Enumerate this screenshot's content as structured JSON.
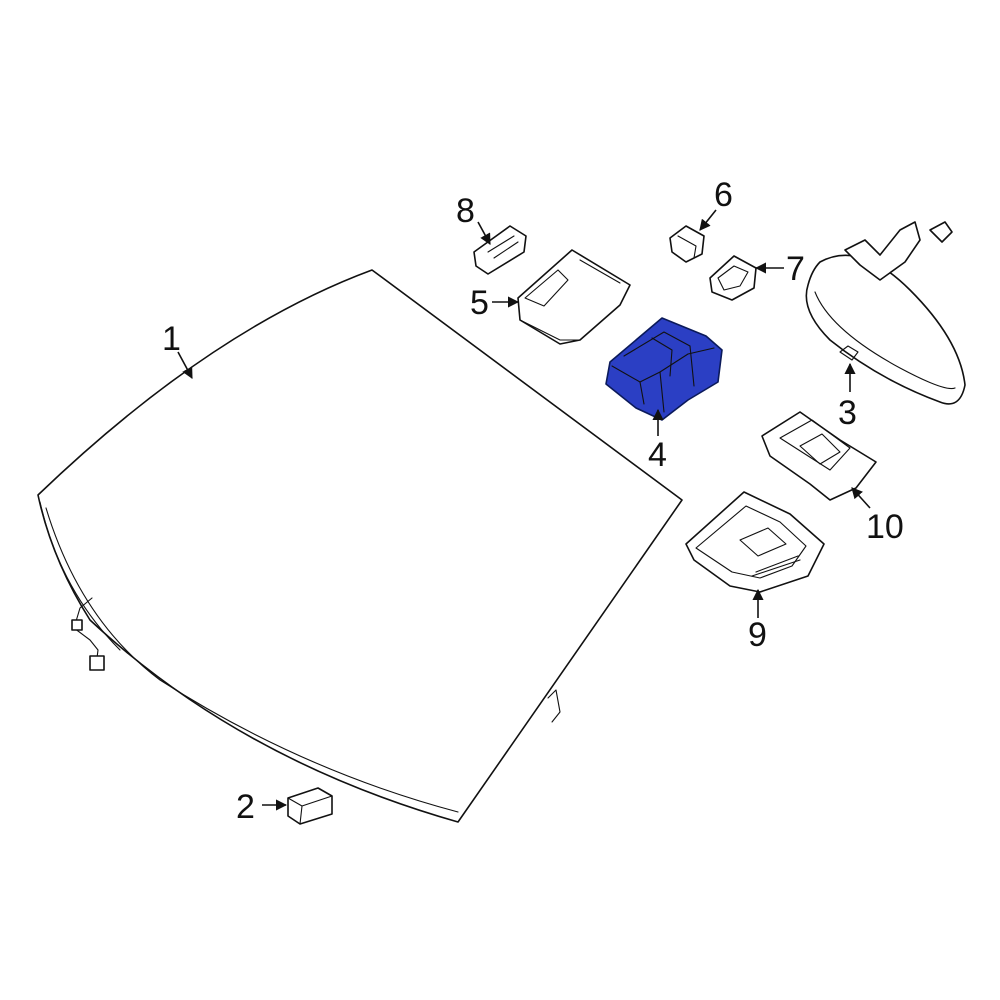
{
  "callouts": {
    "c1": "1",
    "c2": "2",
    "c3": "3",
    "c4": "4",
    "c5": "5",
    "c6": "6",
    "c7": "7",
    "c8": "8",
    "c9": "9",
    "c10": "10"
  },
  "colors": {
    "highlight": "#2b3fc4",
    "line": "#111111",
    "background": "#ffffff"
  }
}
